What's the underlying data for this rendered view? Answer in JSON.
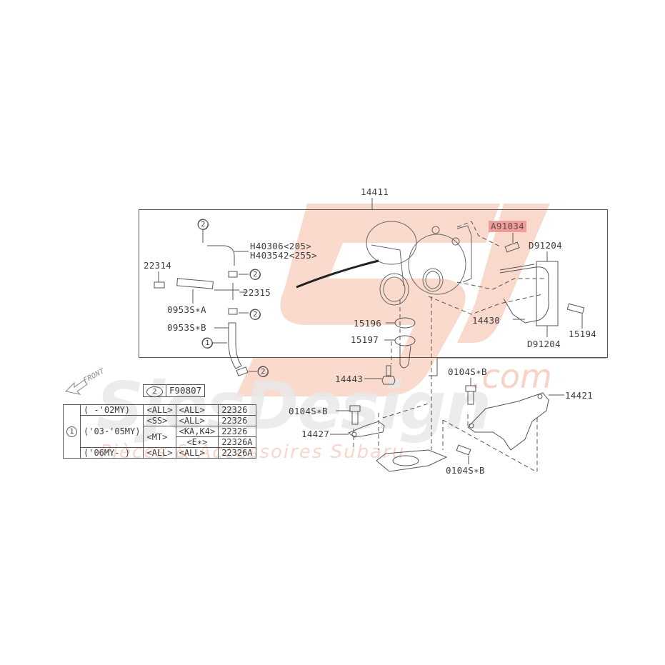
{
  "diagram": {
    "title_ref": "14411",
    "watermark": {
      "logo": "SJ",
      "brand": "SjesDesign",
      "domain": ".com",
      "tagline": "Pièces & Accessoires Subaru",
      "colors": {
        "logo": "#f7c9b6",
        "brand_text": "#e6e6e6",
        "accent_text": "#f8d2c5"
      }
    },
    "highlight_color": "#f39a9a",
    "front_indicator": "FRONT",
    "parts": [
      {
        "id": "14411",
        "label": "14411"
      },
      {
        "id": "H40306",
        "label": "H40306<205>"
      },
      {
        "id": "H403542",
        "label": "H403542<255>"
      },
      {
        "id": "22314",
        "label": "22314"
      },
      {
        "id": "22315",
        "label": "22315"
      },
      {
        "id": "0953SA",
        "label": "0953S∗A"
      },
      {
        "id": "0953SB",
        "label": "0953S∗B"
      },
      {
        "id": "A91034",
        "label": "A91034",
        "highlighted": true
      },
      {
        "id": "D91204_top",
        "label": "D91204"
      },
      {
        "id": "D91204_bottom",
        "label": "D91204"
      },
      {
        "id": "14430",
        "label": "14430"
      },
      {
        "id": "15194",
        "label": "15194"
      },
      {
        "id": "15196",
        "label": "15196"
      },
      {
        "id": "15197",
        "label": "15197"
      },
      {
        "id": "14443",
        "label": "14443"
      },
      {
        "id": "0104SB_1",
        "label": "0104S∗B"
      },
      {
        "id": "0104SB_2",
        "label": "0104S∗B"
      },
      {
        "id": "0104SB_3",
        "label": "0104S∗B"
      },
      {
        "id": "14421",
        "label": "14421"
      },
      {
        "id": "14427",
        "label": "14427"
      }
    ],
    "callouts": {
      "one": "1",
      "two": "2"
    },
    "ref_box": {
      "num": "2",
      "part": "F90807"
    },
    "applicability_table": {
      "callout": "1",
      "rows": [
        [
          "(   -'02MY)",
          "<ALL>",
          "<ALL>",
          "22326"
        ],
        [
          "('03-'05MY)",
          "<SS>",
          "<ALL>",
          "22326"
        ],
        [
          "",
          "<MT>",
          "<KA,K4>",
          "22326"
        ],
        [
          "",
          "",
          "<E∗>",
          "22326A"
        ],
        [
          "('06MY-   )",
          "<ALL>",
          "<ALL>",
          "22326A"
        ]
      ]
    }
  }
}
